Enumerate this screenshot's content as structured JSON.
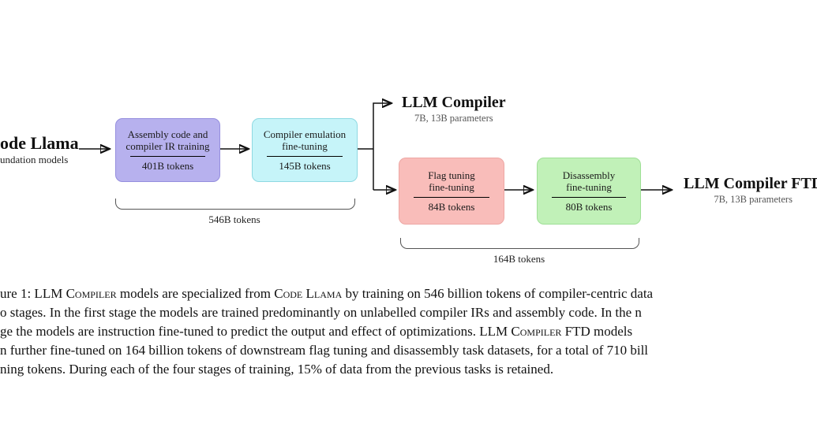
{
  "figure": {
    "source": {
      "title": "ode Llama",
      "subtitle": "undation models"
    },
    "boxes": [
      {
        "line1": "Assembly code and",
        "line2": "compiler IR training",
        "tokens": "401B tokens",
        "fill": "#b7b1ee",
        "border": "#9differ"
      },
      {
        "line1": "Compiler emulation",
        "line2": "fine-tuning",
        "tokens": "145B tokens",
        "fill": "#c6f4f9",
        "border": "#8ed9e2"
      },
      {
        "line1": "Flag tuning",
        "line2": "fine-tuning",
        "tokens": "84B tokens",
        "fill": "#f9bdba",
        "border": "#eda7a4"
      },
      {
        "line1": "Disassembly",
        "line2": "fine-tuning",
        "tokens": "80B tokens",
        "fill": "#c1f1b8",
        "border": "#9fdf96"
      }
    ],
    "outputs": [
      {
        "title": "LLM Compiler",
        "subtitle": "7B, 13B parameters"
      },
      {
        "title": "LLM Compiler FTD",
        "subtitle": "7B, 13B parameters"
      }
    ],
    "braces": [
      {
        "label": "546B tokens"
      },
      {
        "label": "164B tokens"
      }
    ],
    "colors": {
      "arrow": "#111111",
      "subtitle_gray": "#555555",
      "box_purple": "#b7b1ee",
      "box_cyan": "#c6f4f9",
      "box_pink": "#f9bdba",
      "box_green": "#c1f1b8"
    }
  },
  "caption": {
    "lines": [
      [
        {
          "t": "ure 1: LLM "
        },
        {
          "t": "Compiler",
          "sc": true
        },
        {
          "t": " models are specialized from "
        },
        {
          "t": "Code Llama",
          "sc": true
        },
        {
          "t": " by training on 546 billion tokens of compiler-centric data"
        }
      ],
      [
        {
          "t": "o stages. In the first stage the models are trained predominantly on unlabelled compiler IRs and assembly code. In the n"
        }
      ],
      [
        {
          "t": "ge the models are instruction fine-tuned to predict the output and effect of optimizations. LLM "
        },
        {
          "t": "Compiler",
          "sc": true
        },
        {
          "t": " FTD models"
        }
      ],
      [
        {
          "t": "n further fine-tuned on 164 billion tokens of downstream flag tuning and disassembly task datasets, for a total of 710 bill"
        }
      ],
      [
        {
          "t": "ning tokens. During each of the four stages of training, 15% of data from the previous tasks is retained."
        }
      ]
    ]
  }
}
